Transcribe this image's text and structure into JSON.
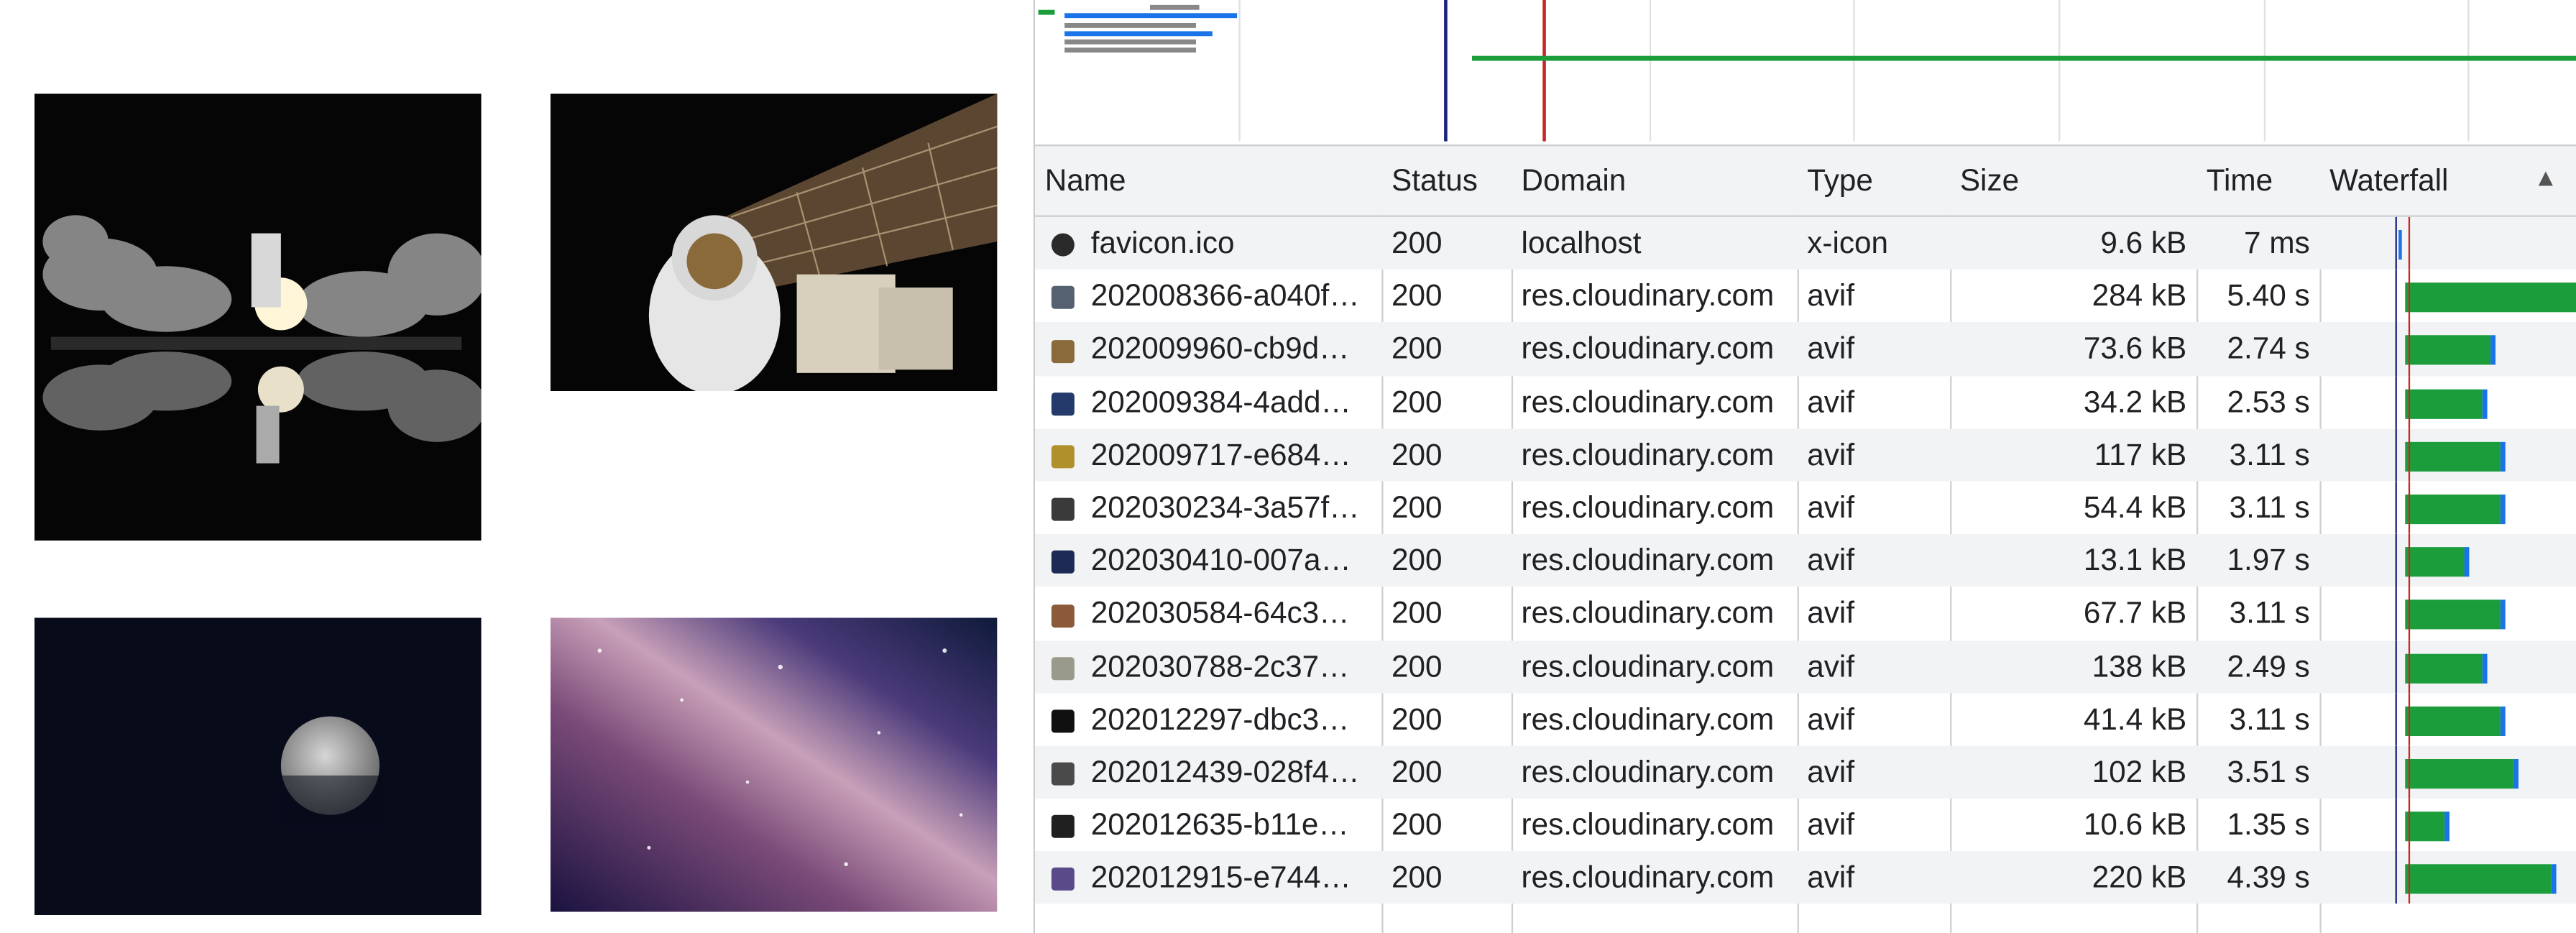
{
  "gallery": {
    "images": [
      {
        "alt": "launch-photo"
      },
      {
        "alt": "astronaut-photo"
      },
      {
        "alt": "moon-photo"
      },
      {
        "alt": "milky-way-photo"
      }
    ]
  },
  "columns": [
    "Name",
    "Status",
    "Domain",
    "Type",
    "Size",
    "Time",
    "Waterfall"
  ],
  "sort_indicator": "▲",
  "rows": [
    {
      "name": "favicon.ico",
      "status": "200",
      "domain": "localhost",
      "type": "x-icon",
      "size": "9.6 kB",
      "time": "7 ms",
      "icon_color": "#2a2a2a",
      "wf_start": 0.0,
      "wf_end": 0.02
    },
    {
      "name": "202008366-a040f…",
      "status": "200",
      "domain": "res.cloudinary.com",
      "type": "avif",
      "size": "284 kB",
      "time": "5.40 s",
      "icon_color": "#556070",
      "wf_start": 0.04,
      "wf_end": 1.0
    },
    {
      "name": "202009960-cb9d…",
      "status": "200",
      "domain": "res.cloudinary.com",
      "type": "avif",
      "size": "73.6 kB",
      "time": "2.74 s",
      "icon_color": "#8a6a3a",
      "wf_start": 0.04,
      "wf_end": 0.51
    },
    {
      "name": "202009384-4add…",
      "status": "200",
      "domain": "res.cloudinary.com",
      "type": "avif",
      "size": "34.2 kB",
      "time": "2.53 s",
      "icon_color": "#233a6a",
      "wf_start": 0.04,
      "wf_end": 0.47
    },
    {
      "name": "202009717-e684…",
      "status": "200",
      "domain": "res.cloudinary.com",
      "type": "avif",
      "size": "117 kB",
      "time": "3.11 s",
      "icon_color": "#b0902a",
      "wf_start": 0.04,
      "wf_end": 0.57
    },
    {
      "name": "202030234-3a57f…",
      "status": "200",
      "domain": "res.cloudinary.com",
      "type": "avif",
      "size": "54.4 kB",
      "time": "3.11 s",
      "icon_color": "#3a3a3a",
      "wf_start": 0.04,
      "wf_end": 0.57
    },
    {
      "name": "202030410-007a…",
      "status": "200",
      "domain": "res.cloudinary.com",
      "type": "avif",
      "size": "13.1 kB",
      "time": "1.97 s",
      "icon_color": "#1c2a55",
      "wf_start": 0.04,
      "wf_end": 0.37
    },
    {
      "name": "202030584-64c3…",
      "status": "200",
      "domain": "res.cloudinary.com",
      "type": "avif",
      "size": "67.7 kB",
      "time": "3.11 s",
      "icon_color": "#8a5a3a",
      "wf_start": 0.04,
      "wf_end": 0.57
    },
    {
      "name": "202030788-2c37…",
      "status": "200",
      "domain": "res.cloudinary.com",
      "type": "avif",
      "size": "138 kB",
      "time": "2.49 s",
      "icon_color": "#9a9a8a",
      "wf_start": 0.04,
      "wf_end": 0.47
    },
    {
      "name": "202012297-dbc3…",
      "status": "200",
      "domain": "res.cloudinary.com",
      "type": "avif",
      "size": "41.4 kB",
      "time": "3.11 s",
      "icon_color": "#101010",
      "wf_start": 0.04,
      "wf_end": 0.57
    },
    {
      "name": "202012439-028f4…",
      "status": "200",
      "domain": "res.cloudinary.com",
      "type": "avif",
      "size": "102 kB",
      "time": "3.51 s",
      "icon_color": "#4a4a4a",
      "wf_start": 0.04,
      "wf_end": 0.64
    },
    {
      "name": "202012635-b11e…",
      "status": "200",
      "domain": "res.cloudinary.com",
      "type": "avif",
      "size": "10.6 kB",
      "time": "1.35 s",
      "icon_color": "#202020",
      "wf_start": 0.04,
      "wf_end": 0.26
    },
    {
      "name": "202012915-e744…",
      "status": "200",
      "domain": "res.cloudinary.com",
      "type": "avif",
      "size": "220 kB",
      "time": "4.39 s",
      "icon_color": "#5a4a8a",
      "wf_start": 0.04,
      "wf_end": 0.85
    }
  ]
}
